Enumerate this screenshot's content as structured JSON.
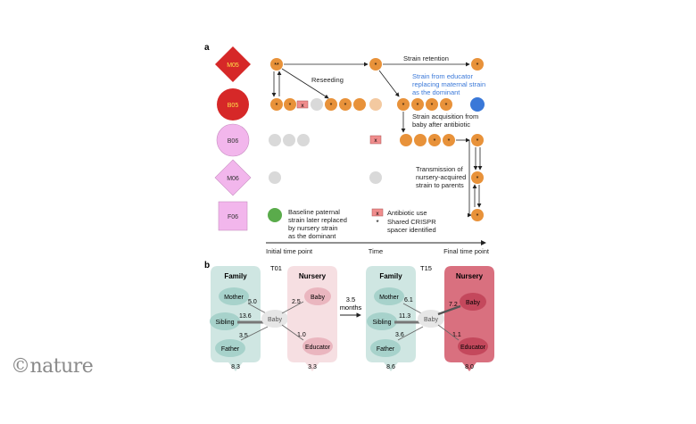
{
  "panel_a": {
    "label": "a",
    "hosts": [
      "M05",
      "B05",
      "B06",
      "M06",
      "F06"
    ],
    "annotations": {
      "reseeding": "Reseeding",
      "strain_retention": "Strain retention",
      "educator_replacing": [
        "Strain from educator",
        "replacing maternal strain",
        "as the dominant"
      ],
      "acquisition": [
        "Strain acquisition from",
        "baby after antibiotic"
      ],
      "transmission": [
        "Transmission of",
        "nursery-acquired",
        "strain to parents"
      ]
    },
    "legend": {
      "baseline": [
        "Baseline paternal",
        "strain later replaced",
        "by nursery strain",
        "as the dominant"
      ],
      "antibiotic_mark": "x",
      "antibiotic": "Antibiotic use",
      "crispr_mark": "*",
      "crispr": [
        "Shared CRISPR",
        "spacer identified"
      ]
    },
    "axis": {
      "start": "Initial time point",
      "middle": "Time",
      "end": "Final time point"
    },
    "colors": {
      "orange": "#e8923a",
      "light_orange": "#f3c9a0",
      "grey": "#d9d9d9",
      "green": "#5aab4b",
      "blue": "#3a78d8",
      "red": "#d62828",
      "pink": "#f2b6ec",
      "abx": "#f08d8d"
    }
  },
  "panel_b": {
    "label": "b",
    "t01": {
      "label": "T01",
      "family": {
        "title": "Family",
        "members": [
          "Mother",
          "Sibling",
          "Father"
        ],
        "values": [
          "5.0",
          "13.6",
          "3.5"
        ],
        "total": "8.3"
      },
      "nursery": {
        "title": "Nursery",
        "members": [
          "Baby",
          "Educator"
        ],
        "values": [
          "2.5",
          "1.0"
        ],
        "total": "3.3"
      },
      "baby": "Baby"
    },
    "interval": [
      "3.5",
      "months"
    ],
    "t15": {
      "label": "T15",
      "family": {
        "title": "Family",
        "members": [
          "Mother",
          "Sibling",
          "Father"
        ],
        "values": [
          "6.1",
          "11.3",
          "3.6"
        ],
        "total": "8.6"
      },
      "nursery": {
        "title": "Nursery",
        "members": [
          "Baby",
          "Educator"
        ],
        "values": [
          "7.2",
          "1.1"
        ],
        "total": "8.0"
      },
      "baby": "Baby"
    }
  },
  "logo": "©nature"
}
